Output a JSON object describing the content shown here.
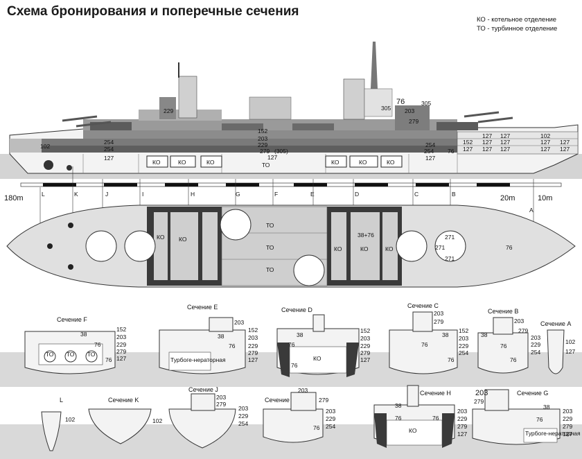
{
  "title": "Схема бронирования и поперечные сечения",
  "legend": [
    "КО - котельное отделение",
    "ТО - турбинное отделение"
  ],
  "side_view": {
    "armor": {
      "a102": "102",
      "a254a": "254",
      "a254b": "254",
      "a127a": "127",
      "a152": "152",
      "a203": "203",
      "a229": "229",
      "a279": "279",
      "a305": "(305)",
      "a127b": "127",
      "a254c": "254",
      "a254d": "254",
      "a76": "76",
      "a127c": "127",
      "tower229": "229",
      "a305b": "305",
      "a305c": "305",
      "a203b": "203",
      "a279b": "279",
      "a76b": "76",
      "r102": "102",
      "r127a": "127",
      "r127b": "127",
      "r152": "152",
      "r127c": "127",
      "r127d": "127",
      "r127e": "127",
      "r127f": "127",
      "r127g": "127",
      "r127h": "127",
      "r127i": "127",
      "r127j": "127",
      "r127k": "127"
    },
    "compartments": {
      "ko1": "КО",
      "ko2": "КО",
      "ko3": "КО",
      "to": "ТО",
      "ko4": "КО",
      "ko5": "КО",
      "ko6": "КО"
    }
  },
  "scale": {
    "left": "180m",
    "mid": "20m",
    "right": "10m"
  },
  "stations": [
    "L",
    "K",
    "J",
    "I",
    "H",
    "G",
    "F",
    "E",
    "D",
    "C",
    "B",
    "A"
  ],
  "plan_view": {
    "ko_a": "КО",
    "ko_b": "КО",
    "to_a": "ТО",
    "to_b": "ТО",
    "to_c": "ТО",
    "ko_c": "КО",
    "ko_d": "КО",
    "ko_e": "КО",
    "armor_mix": "38+76",
    "b271a": "271",
    "b271b": "271",
    "b271c": "271",
    "b76": "76"
  },
  "sections_top": [
    {
      "name": "Сечение F",
      "values": [
        "152",
        "203",
        "38",
        "76",
        "229",
        "279",
        "76",
        "127"
      ],
      "labels": [
        "ТО",
        "ТО",
        "ТО"
      ]
    },
    {
      "name": "Сечение E",
      "values": [
        "203",
        "152",
        "203",
        "38",
        "76",
        "229",
        "279",
        "127"
      ],
      "labels": [
        "Турбоге-нераторная"
      ]
    },
    {
      "name": "Сечение D",
      "values": [
        "38",
        "76",
        "152",
        "203",
        "229",
        "279",
        "127",
        "76"
      ],
      "labels": [
        "КО"
      ]
    },
    {
      "name": "Сечение C",
      "values": [
        "203",
        "279",
        "38",
        "76",
        "152",
        "203",
        "229",
        "254",
        "76"
      ],
      "labels": []
    },
    {
      "name": "Сечение B",
      "values": [
        "203",
        "279",
        "38",
        "76",
        "203",
        "229",
        "254",
        "76"
      ],
      "labels": []
    },
    {
      "name": "Сечение A",
      "values": [
        "102",
        "127"
      ],
      "labels": []
    }
  ],
  "sections_bottom": [
    {
      "name": "L",
      "values": [
        "102"
      ],
      "labels": []
    },
    {
      "name": "Сечение K",
      "values": [
        "102"
      ],
      "labels": []
    },
    {
      "name": "Сечение J",
      "values": [
        "203",
        "279",
        "203",
        "229",
        "254"
      ],
      "labels": []
    },
    {
      "name": "Сечение I",
      "values": [
        "203",
        "279",
        "203",
        "229",
        "254",
        "76"
      ],
      "labels": []
    },
    {
      "name": "Сечение H",
      "values": [
        "38",
        "203",
        "229",
        "279",
        "127",
        "76",
        "76"
      ],
      "labels": [
        "КО"
      ]
    },
    {
      "name": "Сечение G",
      "values": [
        "203",
        "279",
        "38",
        "203",
        "229",
        "279",
        "127",
        "76"
      ],
      "labels": [
        "Турбоге-нераторная"
      ]
    }
  ]
}
